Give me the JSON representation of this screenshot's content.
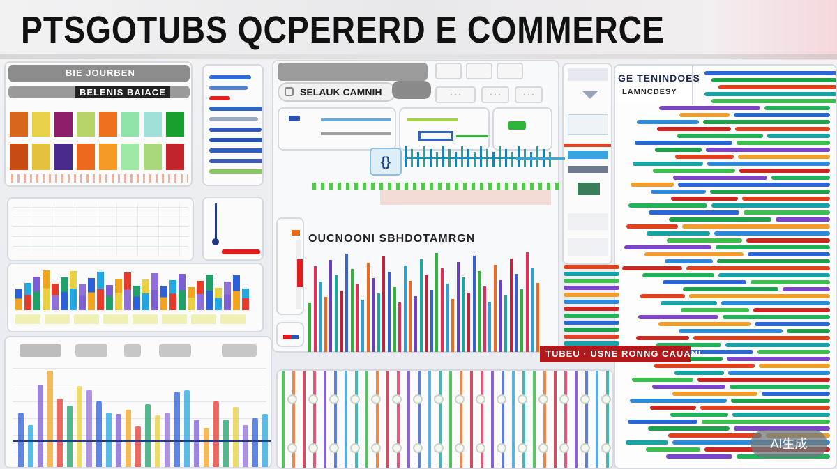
{
  "header": {
    "title": "PTSGOTUBS QCPERERD E COMMERCE"
  },
  "left_panel": {
    "header_primary": "BIE JOURBEN",
    "header_secondary": "BELENIS BAIACE",
    "tiles": [
      {
        "color_top": "#d9661c",
        "color_bottom": "#c94b12"
      },
      {
        "color_top": "#e8d04a",
        "color_bottom": "#e2c23f"
      },
      {
        "color_top": "#8c1e6a",
        "color_bottom": "#4a2a8c"
      },
      {
        "color_top": "#b7d36a",
        "color_bottom": "#ec6a1c"
      },
      {
        "color_top": "#ee6f1d",
        "color_bottom": "#f59a23"
      },
      {
        "color_top": "#8fe3a8",
        "color_bottom": "#9ee9a3"
      },
      {
        "color_top": "#9fe0d9",
        "color_bottom": "#a9d77c"
      },
      {
        "color_top": "#17a02e",
        "color_bottom": "#c2242a"
      }
    ],
    "column_chart_colors": [
      "#2d5fd6",
      "#22a7e0",
      "#7b5fd0",
      "#f0a420",
      "#e63a2b",
      "#1ea067",
      "#e8d040",
      "#8f6fd8"
    ]
  },
  "mini_panel": {
    "bars": [
      {
        "color": "#2e6cd6",
        "width": 60
      },
      {
        "color": "#5a7fcf",
        "width": 55
      },
      {
        "color": "#e0201c",
        "width": 30
      },
      {
        "color": "#2a66c2",
        "width": 85
      },
      {
        "color": "#9aa8c0",
        "width": 70
      },
      {
        "color": "#3358c4",
        "width": 75
      },
      {
        "color": "#2452b8",
        "width": 78
      },
      {
        "color": "#2f5ec6",
        "width": 80
      },
      {
        "color": "#3c58b2",
        "width": 82
      },
      {
        "color": "#86c85a",
        "width": 84
      }
    ],
    "slider_bar_color": "#e01c1c"
  },
  "center_panel": {
    "search_label": "SELAUK CAMNIH",
    "tabs": [
      "· · ·",
      "· · ·",
      "· · ·"
    ],
    "section_title": "OUCNOONI SBHDOTAMRGN",
    "node_label": "{}",
    "timeline_colors": [
      "#2fb53a",
      "#e0305a",
      "#2f9fd8",
      "#ea6a22",
      "#6a3fc2",
      "#19a7a0",
      "#c2233a",
      "#3a5fcf"
    ]
  },
  "right_panel": {
    "title_line1": "GE TENINDOES",
    "title_line2": "LAMNCDESY",
    "banner": "TUBEU · USNE RONNG CAUANI",
    "row_colors": [
      "#2c66d2",
      "#21a04b",
      "#e0421f",
      "#19a2a5",
      "#3fbd4f",
      "#7b45c6",
      "#ef9e2b",
      "#2f89d7",
      "#c9271f",
      "#22b35a"
    ]
  },
  "watermark": {
    "label": "AI生成"
  }
}
